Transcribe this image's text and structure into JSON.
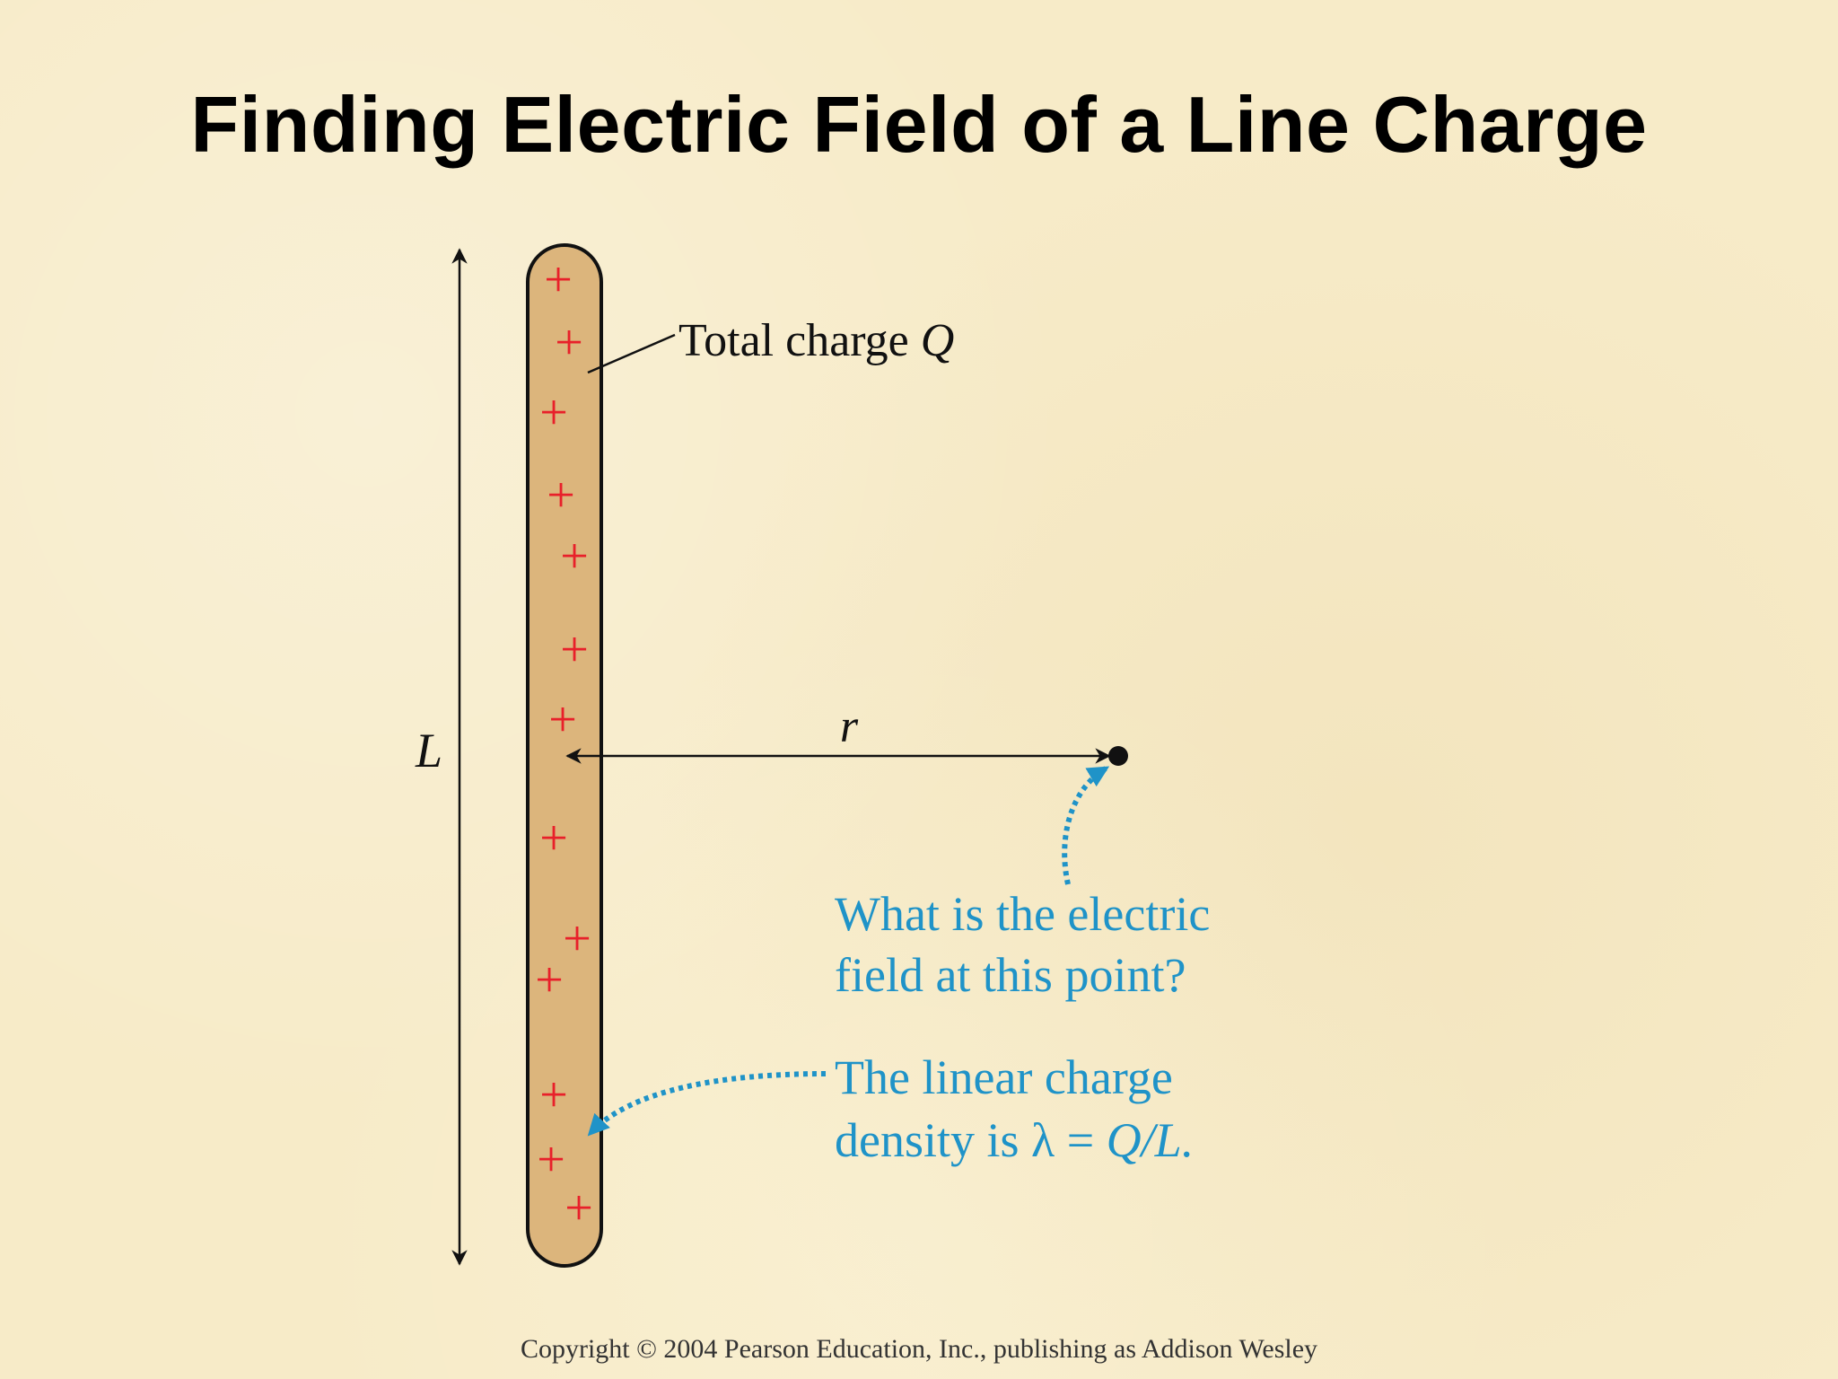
{
  "title": "Finding Electric Field of a Line Charge",
  "diagram": {
    "length_label": "L",
    "distance_label": "r",
    "total_charge_label": "Total charge ",
    "total_charge_symbol": "Q",
    "plus_symbol": "+",
    "question_line1": "What is the electric",
    "question_line2": "field at this point?",
    "density_line1": "The linear charge",
    "density_line2_prefix": "density is λ = ",
    "density_line2_formula": "Q/L.",
    "colors": {
      "rod_fill": "#dcb57c",
      "charge": "#e8202a",
      "annotation": "#1f93c8",
      "ink": "#111111"
    }
  },
  "copyright": "Copyright © 2004 Pearson Education, Inc., publishing as Addison Wesley"
}
